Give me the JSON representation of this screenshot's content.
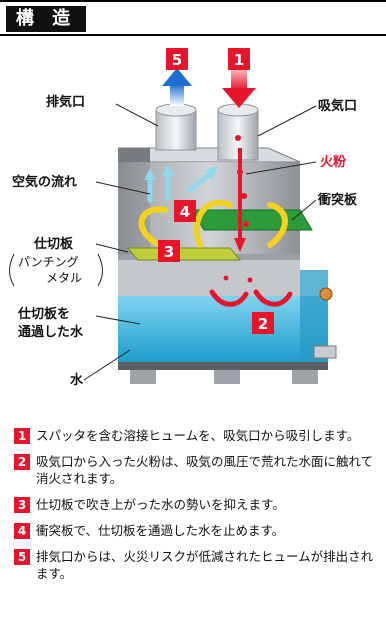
{
  "header": {
    "title": "構 造"
  },
  "diagram": {
    "labels": {
      "exhaust": "排気口",
      "intake": "吸気口",
      "sparks": "火粉",
      "collision_plate": "衝突板",
      "air_flow": "空気の流れ",
      "partition": "仕切板",
      "punching_1": "パンチング",
      "punching_2": "メタル",
      "passed_water_1": "仕切板を",
      "passed_water_2": "通過した水",
      "water": "水"
    },
    "badges": [
      "5",
      "1",
      "4",
      "3",
      "2"
    ]
  },
  "steps": [
    {
      "num": "1",
      "text": "スパッタを含む溶接ヒュームを、吸気口から吸引します。"
    },
    {
      "num": "2",
      "text": "吸気口から入った火粉は、吸気の風圧で荒れた水面に触れて消火されます。"
    },
    {
      "num": "3",
      "text": "仕切板で吹き上がった水の勢いを抑えます。"
    },
    {
      "num": "4",
      "text": "衝突板で、仕切板を通過した水を止めます。"
    },
    {
      "num": "5",
      "text": "排気口からは、火災リスクが低減されたヒュームが排出されます。"
    }
  ],
  "colors": {
    "accent_red": "#e8142c",
    "water": "#3db8e0",
    "plate_green": "#2e9b3a"
  }
}
